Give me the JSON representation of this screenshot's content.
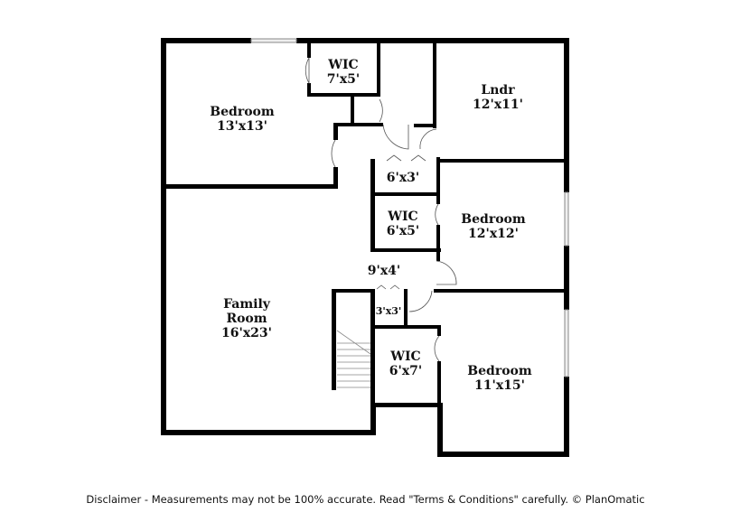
{
  "rooms": [
    {
      "name": "Bedroom",
      "size": "13'x13'"
    },
    {
      "name": "WIC",
      "size": "7'x5'"
    },
    {
      "name": "Lndr",
      "size": "12'x11'"
    },
    {
      "name": "",
      "size": "6'x3'"
    },
    {
      "name": "WIC",
      "size": "6'x5'"
    },
    {
      "name": "Bedroom",
      "size": "12'x12'"
    },
    {
      "name": "",
      "size": "9'x4'"
    },
    {
      "name": "Family",
      "name2": "Room",
      "size": "16'x23'"
    },
    {
      "name": "",
      "size": "3'x3'"
    },
    {
      "name": "WIC",
      "size": "6'x7'"
    },
    {
      "name": "Bedroom",
      "size": "11'x15'"
    }
  ],
  "disclaimer": "Disclaimer - Measurements may not be 100% accurate. Read \"Terms & Conditions\" carefully. © PlanOmatic"
}
